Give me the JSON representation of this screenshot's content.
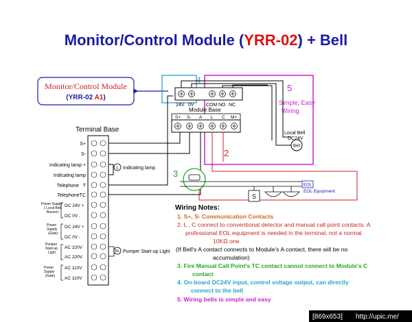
{
  "title": {
    "prefix": "Monitor/Control Module (",
    "model": "YRR-02",
    "suffix": ") + Bell"
  },
  "module_box": {
    "line1": "Monitor/Control Module",
    "line2_prefix": "(YRR-02 ",
    "line2_model": "A1",
    "line2_suffix": ")"
  },
  "module_base": {
    "label": "Module Base",
    "top_terminals": [
      "24V",
      "0V",
      "COM",
      "NO",
      "NC"
    ],
    "bottom_terminals": [
      "S+",
      "S-",
      "A",
      "L",
      "C",
      "M+"
    ]
  },
  "terminal_base": {
    "title": "Terminal Base",
    "rows": [
      {
        "label": "S+",
        "connector": "",
        "side": ""
      },
      {
        "label": "S-",
        "connector": "",
        "side": ""
      },
      {
        "label": "Indicating lamp +",
        "connector": "",
        "side": ""
      },
      {
        "label": "Indicating lamp",
        "connector": "",
        "side": ""
      },
      {
        "label": "Telephone",
        "connector": "T",
        "side": ""
      },
      {
        "label": "TelephoneTC",
        "connector": "",
        "side": ""
      },
      {
        "label": "",
        "connector": "DC 24V +",
        "side": ""
      },
      {
        "label": "",
        "connector": "DC 0V -",
        "side": ""
      },
      {
        "label": "",
        "connector": "DC 24V +",
        "side": ""
      },
      {
        "label": "",
        "connector": "DC 0V -",
        "side": ""
      },
      {
        "label": "",
        "connector": "AC 220V",
        "side": ""
      },
      {
        "label": "",
        "connector": "AC 220V",
        "side": ""
      },
      {
        "label": "",
        "connector": "AC 110V",
        "side": ""
      },
      {
        "label": "",
        "connector": "AC 110V",
        "side": ""
      }
    ],
    "groups": [
      "Power Supply (Local Bell, Buzzer)",
      "Power Supply (Gate)",
      "Pumper Start-up Light",
      "Power Supply (Gate)"
    ],
    "indicating_lamp": "Indicating lamp",
    "lamp_symbol": "L",
    "pumper_light": "Pumper Start-up Light",
    "pumper_symbol": "RL"
  },
  "callouts": {
    "n2": "2",
    "n3": "3",
    "n4": "4",
    "n5": "5",
    "simple_wiring_1": "Simple, Easy",
    "simple_wiring_2": "Wiring"
  },
  "bell": {
    "label1": "Local Bell",
    "label2": "DC24V",
    "symbol": "Bell"
  },
  "eol": {
    "symbol": "EOL",
    "label": "EOL Equipment",
    "switch_symbol": "S"
  },
  "notes": {
    "heading": "Wiring Notes:",
    "n1": "1. S+, S- Communication Contacts",
    "n2a": "2. L , C connect to conventional detector and manual call point contacts. A",
    "n2b": "professional EOL equipment is needed in the terminal, not a normal",
    "n2c": "10KΩ one",
    "n2d": "(If Bell's A contact connects to Module's A contact, there will be no",
    "n2e": "accumulation)",
    "n3a": "3. Fire Manual Call Point's TC contact cannot connect to Module's C",
    "n3b": "contact",
    "n4a": "4. On-board DC24V input, control voltage output, can directly",
    "n4b": "connect to the bell",
    "n5": "5. Wiring bells is simple and easy"
  },
  "footer": {
    "size": "[869x653]",
    "url": "http://upic.me/"
  },
  "colors": {
    "title_blue": "#1a1aa6",
    "title_red": "#dd1111",
    "green": "#22aa22",
    "cyan": "#22a6c8",
    "magenta": "#cc22cc",
    "wire_red": "#cc2222",
    "orange": "#d2691e"
  }
}
